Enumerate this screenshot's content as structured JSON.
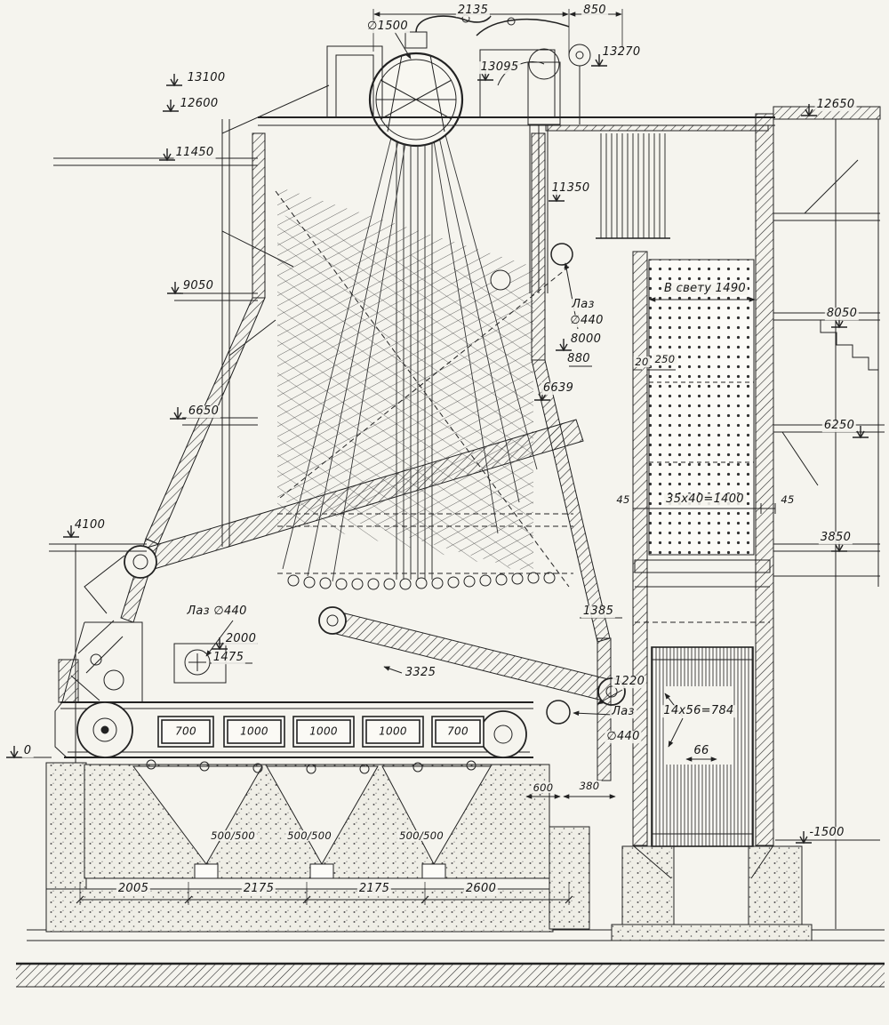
{
  "drawing": {
    "kind": "boiler longitudinal section, engineering drawing",
    "language": "Russian"
  },
  "colors": {
    "paper": "#f5f4ee",
    "ink": "#222222"
  },
  "labels": [
    "2135",
    "850",
    "∅1500",
    "13095",
    "13270",
    "13100",
    "12600",
    "12650",
    "11450",
    "11350",
    "9050",
    "В свету 1490",
    "8050",
    "Лаз",
    "∅440",
    "8000",
    "880",
    "20",
    "250",
    "6639",
    "6650",
    "6250",
    "45",
    "35х40=1400",
    "45",
    "4100",
    "3850",
    "1385",
    "Лаз ∅440",
    "2000",
    "1475",
    "3325",
    "1220",
    "Лаз",
    "∅440",
    "700",
    "1000",
    "1000",
    "1000",
    "700",
    "14х56=784",
    "66",
    "600",
    "380",
    "0",
    "500/500",
    "500/500",
    "500/500",
    "2005",
    "2175",
    "2175",
    "2600",
    "-1500"
  ]
}
